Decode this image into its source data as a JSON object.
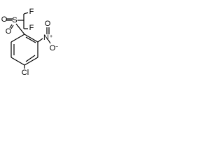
{
  "molecule": {
    "atoms": {
      "o_top": "O",
      "s": "S",
      "o_bottom": "O",
      "f_top": "F",
      "f_bottom": "F",
      "cl": "Cl",
      "n": "N",
      "n_charge": "+",
      "o_nitro_up": "O",
      "o_nitro_down": "O",
      "o_minus": "−"
    },
    "colors": {
      "bond": "#000000",
      "label": "#000000",
      "background": "#ffffff"
    }
  }
}
